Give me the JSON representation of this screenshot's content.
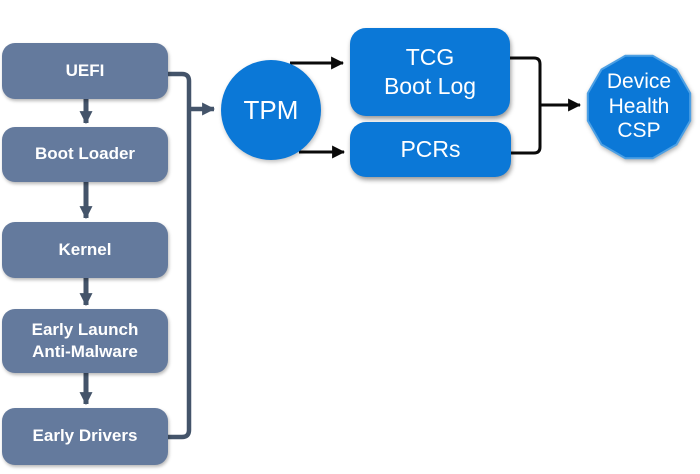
{
  "chain": {
    "items": [
      {
        "label": "UEFI"
      },
      {
        "label": "Boot Loader"
      },
      {
        "label": "Kernel"
      },
      {
        "label": "Early Launch\nAnti-Malware"
      },
      {
        "label": "Early Drivers"
      }
    ]
  },
  "tpm": {
    "label": "TPM"
  },
  "outputs": {
    "tcg_boot_log": {
      "label": "TCG\nBoot Log"
    },
    "pcrs": {
      "label": "PCRs"
    }
  },
  "destination": {
    "label": "Device\nHealth\nCSP"
  },
  "colors": {
    "chain_box": "#647a9d",
    "connector_dark": "#44546a",
    "primary_blue": "#0b78d7",
    "connector_black": "#000000",
    "label_text": "#ffffff",
    "background": "#ffffff"
  }
}
